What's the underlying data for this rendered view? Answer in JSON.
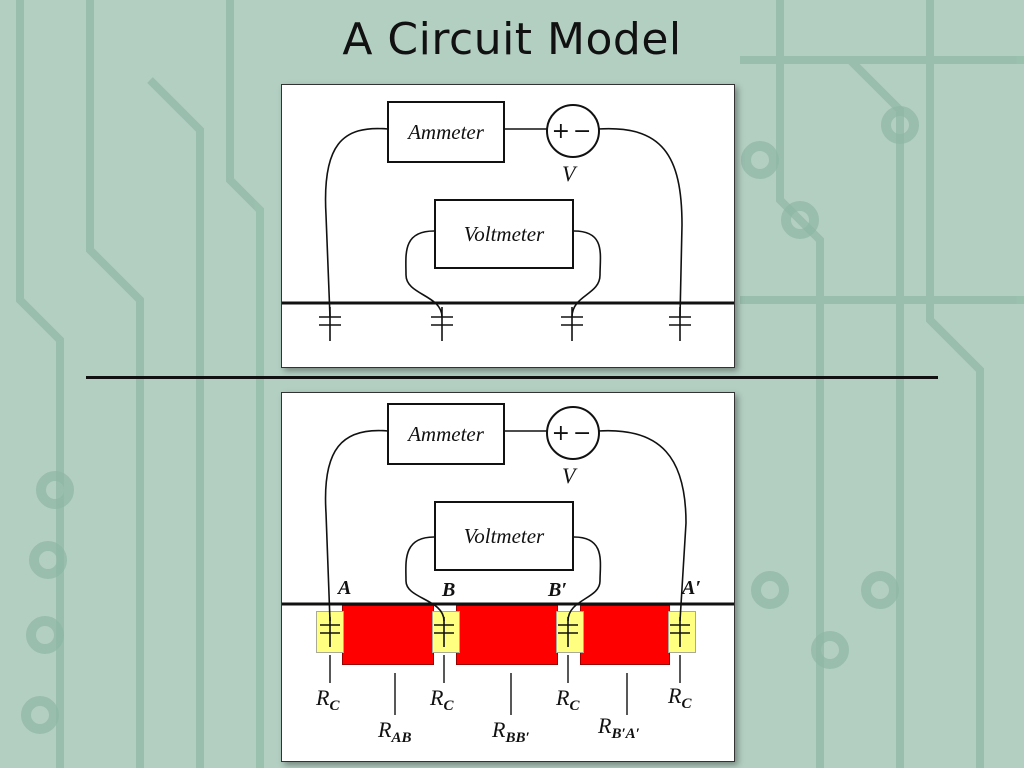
{
  "slide": {
    "title": "A Circuit Model"
  },
  "top_panel": {
    "ammeter_label": "Ammeter",
    "voltmeter_label": "Voltmeter",
    "source_symbol": "+−",
    "source_label": "V"
  },
  "bottom_panel": {
    "ammeter_label": "Ammeter",
    "voltmeter_label": "Voltmeter",
    "source_symbol": "+−",
    "source_label": "V",
    "points": [
      "A",
      "B",
      "B′",
      "A′"
    ],
    "contact_resistance": {
      "symbol": "R",
      "sub": "C"
    },
    "resistors": [
      {
        "symbol": "R",
        "sub": "AB"
      },
      {
        "symbol": "R",
        "sub": "BB′"
      },
      {
        "symbol": "R",
        "sub": "B′A′"
      }
    ]
  },
  "colors": {
    "background": "#aecbbd",
    "resistor": "#ff0000",
    "contact": "#ffff80",
    "trace": "#8fb7a5"
  }
}
